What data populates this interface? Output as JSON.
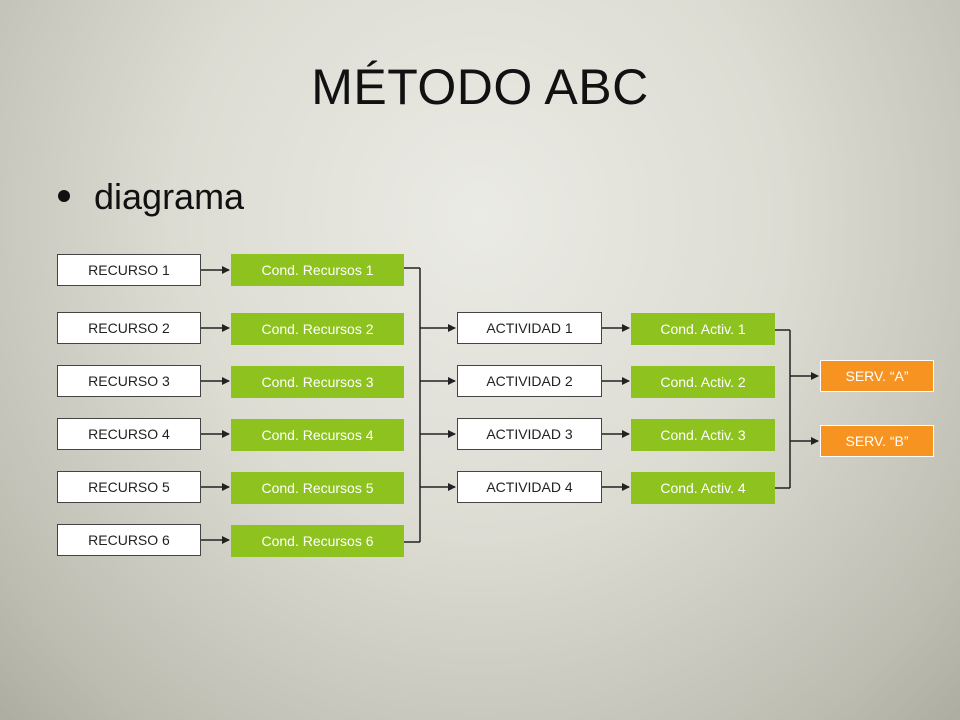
{
  "slide": {
    "title": "MÉTODO ABC",
    "bullet": "diagrama"
  },
  "diagram": {
    "resources": [
      "RECURSO 1",
      "RECURSO 2",
      "RECURSO 3",
      "RECURSO 4",
      "RECURSO 5",
      "RECURSO 6"
    ],
    "resource_drivers": [
      "Cond. Recursos 1",
      "Cond. Recursos 2",
      "Cond. Recursos 3",
      "Cond. Recursos 4",
      "Cond. Recursos 5",
      "Cond. Recursos 6"
    ],
    "activities": [
      "ACTIVIDAD 1",
      "ACTIVIDAD 2",
      "ACTIVIDAD 3",
      "ACTIVIDAD 4"
    ],
    "activity_drivers": [
      "Cond. Activ. 1",
      "Cond. Activ. 2",
      "Cond. Activ. 3",
      "Cond. Activ. 4"
    ],
    "services": [
      "SERV. “A”",
      "SERV. “B”"
    ]
  },
  "colors": {
    "driver_green": "#8dc21f",
    "service_orange": "#f79421",
    "resource_fill": "#ffffff"
  }
}
